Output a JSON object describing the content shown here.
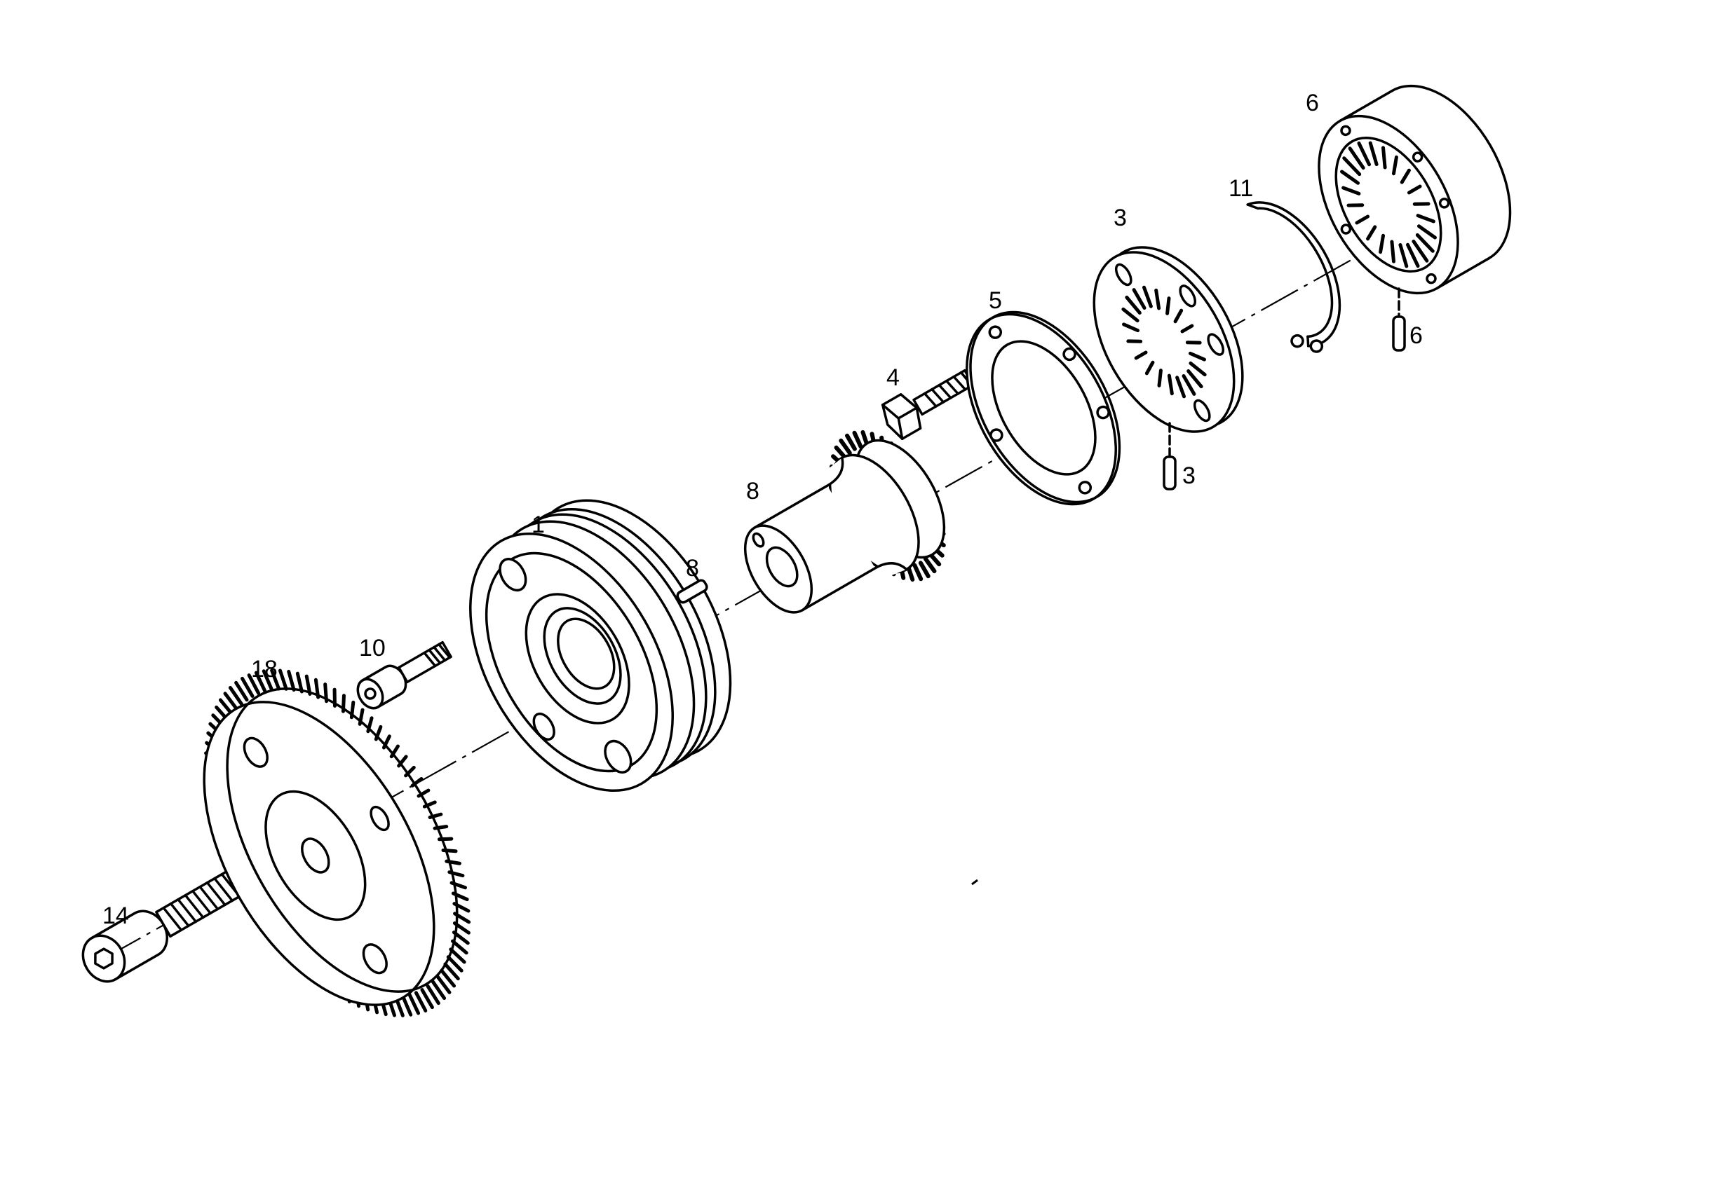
{
  "diagram": {
    "callouts": {
      "part_1": "1",
      "part_3_plate": "3",
      "part_3_pin": "3",
      "part_4": "4",
      "part_5": "5",
      "part_6_housing": "6",
      "part_6_pin": "6",
      "part_8_hub": "8",
      "part_8_pin": "8",
      "part_10": "10",
      "part_11": "11",
      "part_14": "14",
      "part_18": "18"
    },
    "colors": {
      "ink": "#000000",
      "paper": "#ffffff"
    }
  }
}
